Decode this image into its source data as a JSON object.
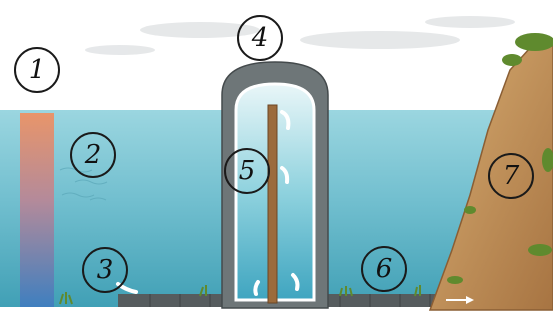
{
  "callouts": [
    {
      "id": "c1",
      "label": "1"
    },
    {
      "id": "c2",
      "label": "2"
    },
    {
      "id": "c3",
      "label": "3"
    },
    {
      "id": "c4",
      "label": "4"
    },
    {
      "id": "c5",
      "label": "5"
    },
    {
      "id": "c6",
      "label": "6"
    },
    {
      "id": "c7",
      "label": "7"
    }
  ],
  "colors": {
    "sky": "#ffffff",
    "water_top": "#8fd0dc",
    "water_bottom": "#3f9fb5",
    "depth_bar_top": "#e8956a",
    "depth_bar_bottom": "#3f7fbf",
    "tower_wall": "#6e7678",
    "shaft": "#9b6b3c",
    "bank": "#c99a5e",
    "grass": "#5f8a2e",
    "pipe": "#565c5e",
    "flow_arrow": "#ffffff"
  },
  "icons": [
    "flow-arrow-icon",
    "flow-arrow-icon",
    "flow-arrow-icon",
    "flow-arrow-icon",
    "flow-arrow-icon",
    "outflow-arrow-icon"
  ]
}
